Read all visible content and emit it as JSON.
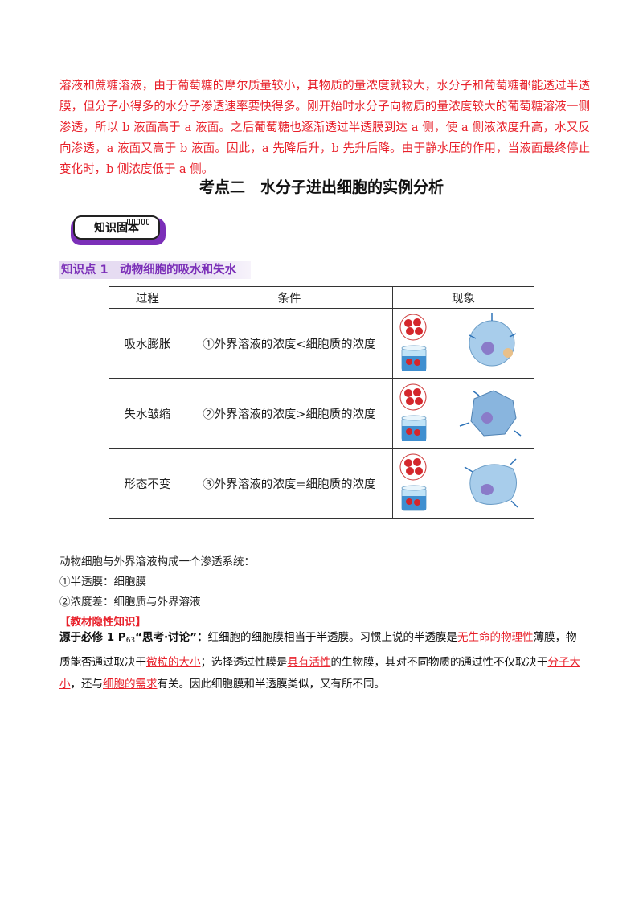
{
  "intro": {
    "text": "溶液和蔗糖溶液，由于葡萄糖的摩尔质量较小，其物质的量浓度就较大，水分子和葡萄糖都能透过半透膜，但分子小得多的水分子渗透速率要快得多。刚开始时水分子向物质的量浓度较大的葡萄糖溶液一侧渗透，所以 b 液面高于 a 液面。之后葡萄糖也逐渐透过半透膜到达 a 侧，使 a 侧液浓度升高，水又反向渗透，a 液面又高于 b 液面。因此，a 先降后升，b 先升后降。由于静水压的作用，当液面最终停止变化时，b 侧浓度低于 a 侧。"
  },
  "section_title": "考点二　水分子进出细胞的实例分析",
  "badge": {
    "label": "知识固本"
  },
  "kp_heading": "知识点 1　动物细胞的吸水和失水",
  "table": {
    "headers": [
      "过程",
      "条件",
      "现象"
    ],
    "rows": [
      {
        "process": "吸水膨胀",
        "condition": "①外界溶液的浓度<细胞质的浓度",
        "icon": "swollen-cell-image"
      },
      {
        "process": "失水皱缩",
        "condition": "②外界溶液的浓度>细胞质的浓度",
        "icon": "shrunken-cell-image"
      },
      {
        "process": "形态不变",
        "condition": "③外界溶液的浓度=细胞质的浓度",
        "icon": "normal-cell-image"
      }
    ]
  },
  "osmosis": {
    "intro": "动物细胞与外界溶液构成一个渗透系统：",
    "line1": "①半透膜：细胞膜",
    "line2": "②浓度差：细胞质与外界溶液"
  },
  "hidden_knowledge": {
    "heading": "【教材隐性知识】",
    "source_lead": "源于必修 1 P",
    "source_page": "63",
    "source_rest": "“思考·讨论”：",
    "s1": "红细胞的细胞膜相当于半透膜。习惯上说的半透膜是",
    "u1": "无生命的物理性",
    "s2": "薄膜，物质能否通过取决于",
    "u2": "微粒的大小",
    "s3": "；选择透过性膜是",
    "u3": "具有活性",
    "s4": "的生物膜，其对不同物质的通过性不仅取决于",
    "u4": "分子大小",
    "s5": "，还与",
    "u5": "细胞的需求",
    "s6": "有关。因此细胞膜和半透膜类似，又有所不同。"
  },
  "colors": {
    "red": "#e8202a",
    "purple": "#7b2fb8",
    "cell_blue": "#9fc6e8"
  }
}
